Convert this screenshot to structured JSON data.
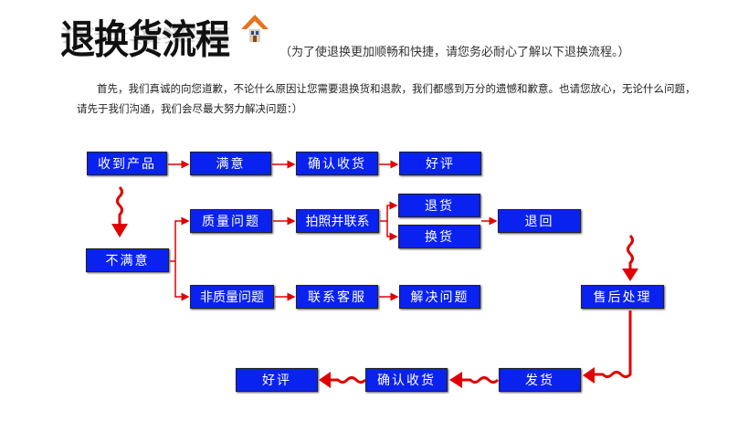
{
  "title": "退换货流程",
  "subtitle": "（为了使退换更加顺畅和快捷，请您务必耐心了解以下退换流程。）",
  "intro": "首先，我们真诚的向您道歉，不论什么原因让您需要退换货和退款，我们都感到万分的遗憾和歉意。也请您放心，无论什么问题，请先于我们沟通，我们会尽最大努力解决问题：）",
  "steps": {
    "received": "收到产品",
    "satisfied": "满意",
    "confirm": "确认收货",
    "good_review": "好评",
    "unsatisfied": "不满意",
    "quality": "质量问题",
    "photo_contact": "拍照并联系",
    "return_goods": "退货",
    "exchange": "换货",
    "send_back": "退回",
    "non_quality": "非质量问题",
    "contact_cs": "联系客服",
    "solve": "解决问题",
    "after_sales": "售后处理",
    "ship": "发货",
    "confirm2": "确认收货",
    "good_review2": "好评"
  },
  "colors": {
    "box": "#0a22f0",
    "arrow": "#e00000"
  }
}
